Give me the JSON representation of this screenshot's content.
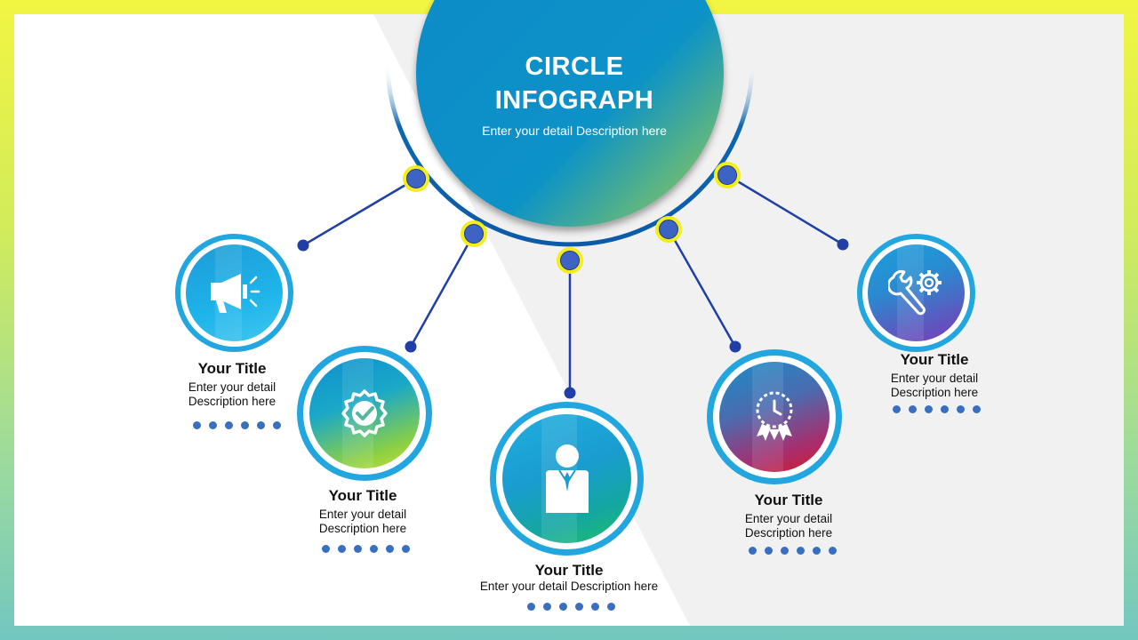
{
  "hero": {
    "title_line1": "CIRCLE",
    "title_line2": "INFOGRAPH",
    "description": "Enter your detail Description here"
  },
  "items": [
    {
      "title": "Your Title",
      "description": "Enter your detail\nDescription here",
      "icon": "megaphone-icon"
    },
    {
      "title": "Your Title",
      "description": "Enter your detail\nDescription here",
      "icon": "badge-check-icon"
    },
    {
      "title": "Your Title",
      "description": "Enter your detail Description here",
      "icon": "businessman-icon"
    },
    {
      "title": "Your Title",
      "description": "Enter your detail\nDescription here",
      "icon": "clock-award-icon"
    },
    {
      "title": "Your Title",
      "description": "Enter your detail\nDescription here",
      "icon": "wrench-gear-icon"
    }
  ],
  "colors": {
    "frame_top": "#f2f542",
    "frame_bottom": "#72c7bf",
    "accent_blue": "#0a8ac8",
    "ring_blue": "#22a6e0",
    "connector": "#1f3fa6",
    "joint_yellow": "#f3ee1a",
    "dots": "#3a6fbf"
  }
}
